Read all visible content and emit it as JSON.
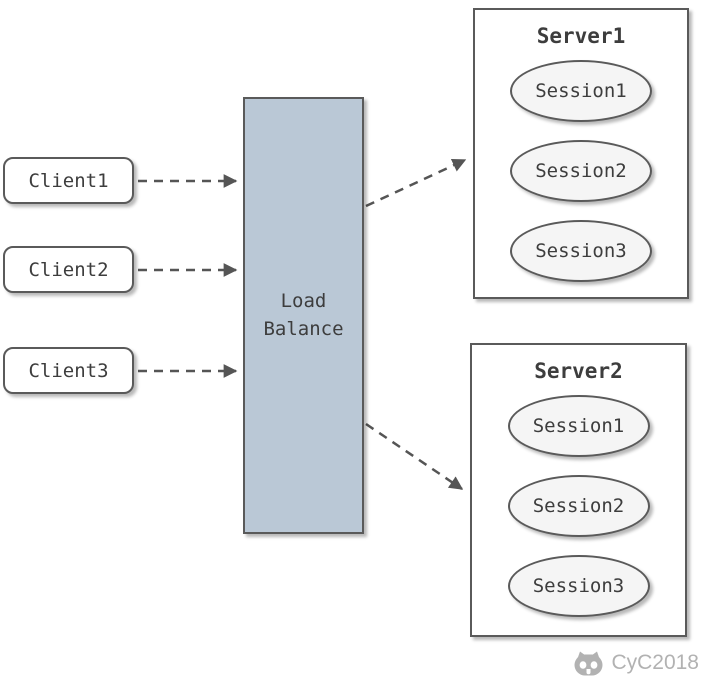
{
  "diagram": {
    "clients": [
      {
        "label": "Client1"
      },
      {
        "label": "Client2"
      },
      {
        "label": "Client3"
      }
    ],
    "load_balancer": {
      "label": "Load Balance"
    },
    "servers": [
      {
        "title": "Server1",
        "sessions": [
          "Session1",
          "Session2",
          "Session3"
        ]
      },
      {
        "title": "Server2",
        "sessions": [
          "Session1",
          "Session2",
          "Session3"
        ]
      }
    ],
    "watermark": {
      "text": "CyC2018",
      "icon": "github-icon"
    },
    "colors": {
      "canvas_bg": "#ffffff",
      "border": "#5a5a5a",
      "text": "#3d3d3d",
      "node_fill": "#ffffff",
      "session_fill": "#f5f5f5",
      "load_balancer_fill": "#bac8d6",
      "arrow": "#555555",
      "watermark": "#b2b2b2",
      "shadow": "rgba(0,0,0,0.28)"
    }
  }
}
